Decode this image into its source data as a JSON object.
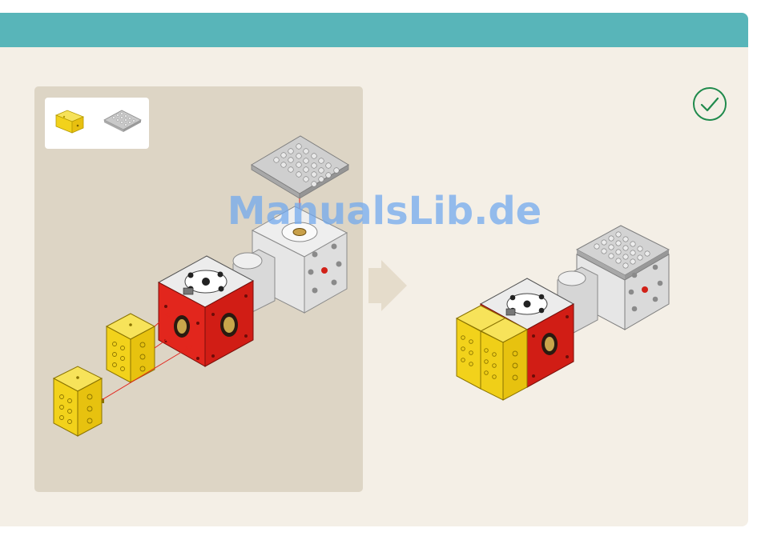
{
  "header": {
    "color": "#58b5b9"
  },
  "panel": {
    "parts_list": {
      "items": [
        "yellow-passive-cube-icon",
        "gray-lego-plate-icon"
      ]
    },
    "illustration": "assembly-step-illustration"
  },
  "result": {
    "illustration": "assembled-result-illustration"
  },
  "status": {
    "icon": "checkmark-circle-icon",
    "color": "#1f8a4c"
  },
  "watermark": {
    "text": "ManualsLib.de"
  },
  "colors": {
    "background": "#f4efe6",
    "panel": "#ddd5c5",
    "red_cube": "#e2261d",
    "yellow_cube": "#f2d21b",
    "gray_cube": "#e4e4e4",
    "arrow": "#e5dccb"
  }
}
